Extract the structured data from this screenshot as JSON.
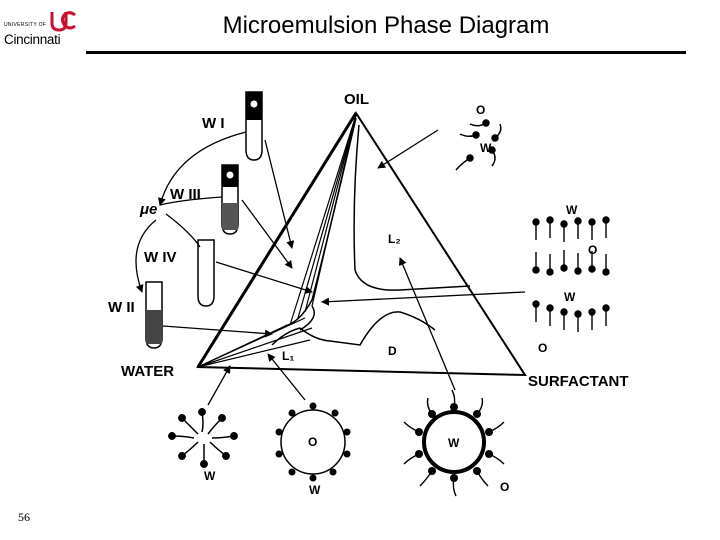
{
  "header": {
    "logo_small": "UNIVERSITY OF",
    "logo_name": "Cincinnati",
    "title": "Microemulsion Phase Diagram"
  },
  "footer": {
    "page_number": "56"
  },
  "diagram": {
    "vertices": {
      "oil": "OIL",
      "water": "WATER",
      "surfactant": "SURFACTANT"
    },
    "regions": {
      "l2": "L₂",
      "l1": "L₁",
      "d": "D"
    },
    "tubes": {
      "w1": "W I",
      "w3": "W III",
      "w4": "W IV",
      "w2": "W II"
    },
    "mu_label": "μe",
    "structures": {
      "o": "O",
      "w": "W"
    }
  }
}
